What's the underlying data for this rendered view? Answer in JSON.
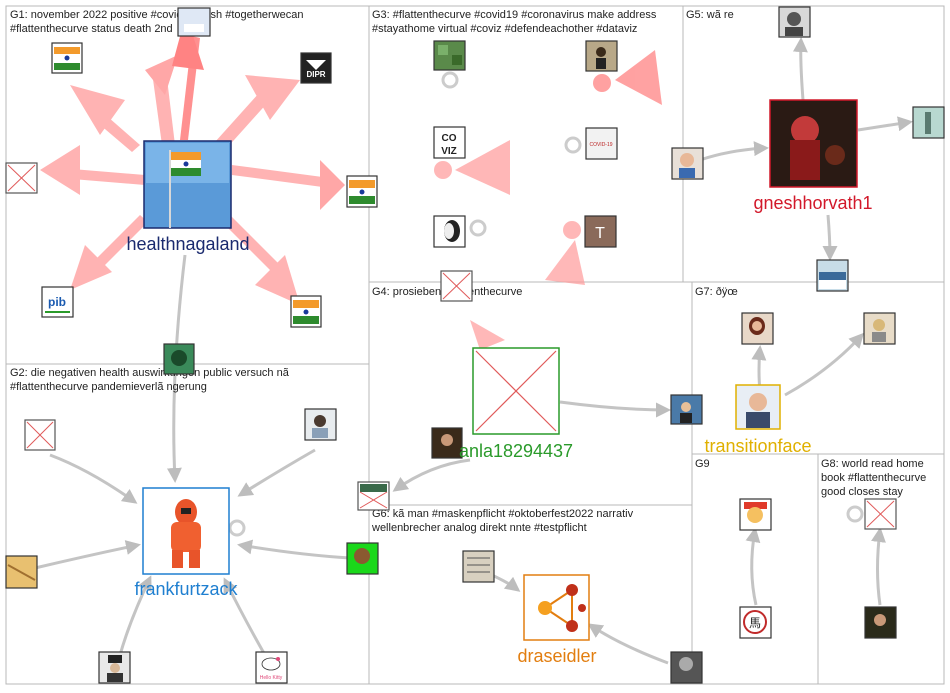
{
  "groups": [
    {
      "id": "G1",
      "lines": [
        "G1: november 2022 positive #covid19 fresh #togetherwecan",
        "#flattenthecurve status death 2nd"
      ]
    },
    {
      "id": "G2",
      "lines": [
        "G2: die negativen health auswirkungen public versuch nã",
        "#flattenthecurve pandemieverlã ngerung"
      ]
    },
    {
      "id": "G3",
      "lines": [
        "G3: #flattenthecurve #covid19 #coronavirus make address",
        "#stayathome virtual #coviz #defendeachother #dataviz"
      ]
    },
    {
      "id": "G4",
      "lines": [
        "G4: prosieben #flattenthecurve"
      ]
    },
    {
      "id": "G5",
      "lines": [
        "G5: wã re"
      ]
    },
    {
      "id": "G6",
      "lines": [
        "G6: kã man #maskenpflicht #oktoberfest2022 narrativ",
        "wellenbrecher analog direkt nnte #testpflicht"
      ]
    },
    {
      "id": "G7",
      "lines": [
        "G7: ðÿœ"
      ]
    },
    {
      "id": "G8",
      "lines": [
        "G8: world read home",
        "book #flattenthecurve",
        "good closes stay"
      ]
    },
    {
      "id": "G9",
      "lines": [
        "G9"
      ]
    }
  ],
  "hubs": [
    {
      "id": "healthnagaland",
      "label": "healthnagaland",
      "color": "#1a2a6e",
      "icon": "flag-of-india-icon"
    },
    {
      "id": "frankfurtzack",
      "label": "frankfurtzack",
      "color": "#1f7fd0",
      "icon": "hazmat-suit-icon"
    },
    {
      "id": "gneshhorvath1",
      "label": "gneshhorvath1",
      "color": "#d2182a",
      "icon": "photo-icon"
    },
    {
      "id": "anla18294437",
      "label": "anla18294437",
      "color": "#2a9a2a",
      "icon": "broken-image-icon"
    },
    {
      "id": "transitionface",
      "label": "transitionface",
      "color": "#e0b000",
      "icon": "avatar-icon"
    },
    {
      "id": "draseidler",
      "label": "draseidler",
      "color": "#e27e10",
      "icon": "molecule-icon"
    }
  ],
  "thumbs": {
    "covid": "COVID-19",
    "coviz1": "CO",
    "coviz2": "VIZ",
    "t_letter": "T",
    "dipr": "DIPR",
    "pib": "pib",
    "hello": "Hello Kitty",
    "chinese": "馬"
  },
  "colors": {
    "g1_edge": "#ff9a9a",
    "gray_edge": "#c4c4c4",
    "panel_border": "#b8b8b8"
  }
}
